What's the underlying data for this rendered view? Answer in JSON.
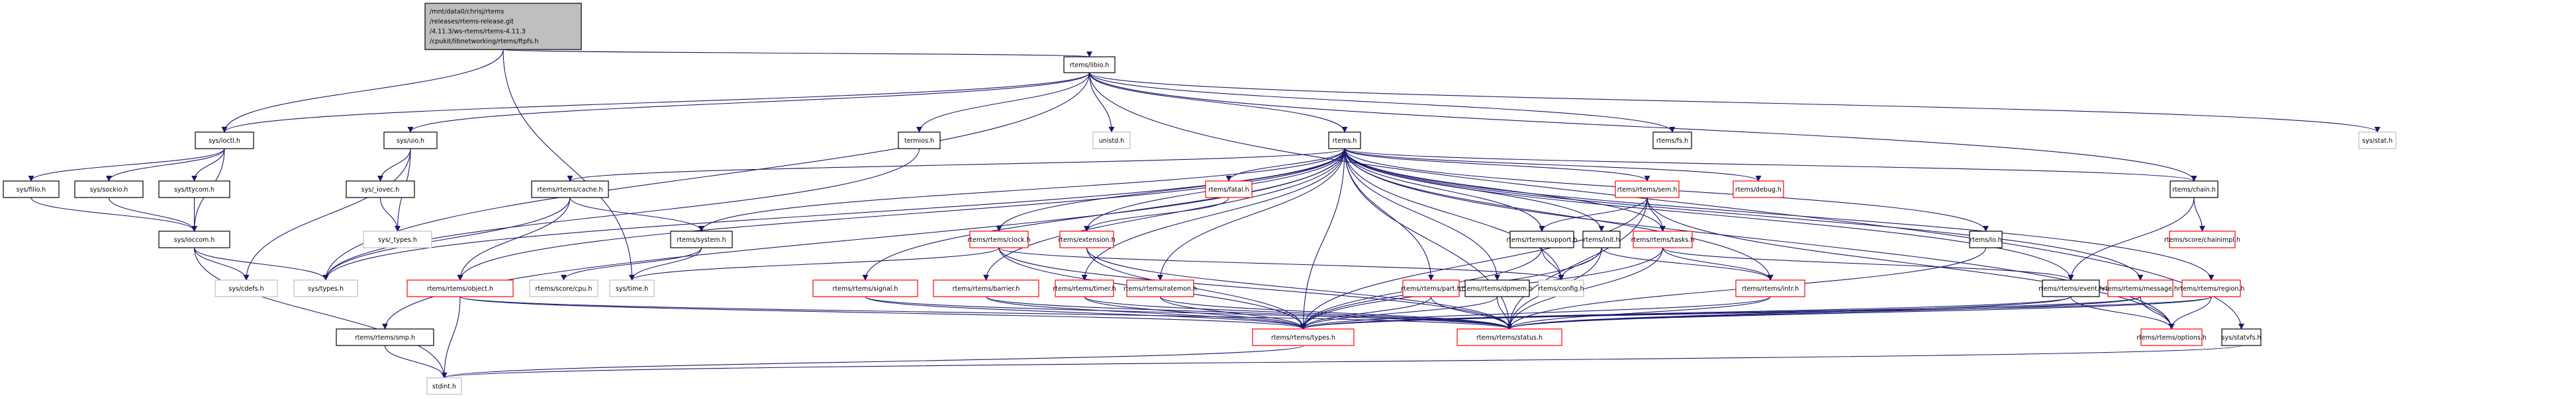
{
  "graph": {
    "type": "include-dependency-graph",
    "root": {
      "id": "root",
      "lines": [
        "/mnt/data0/chrisj/rtems",
        "/releases/rtems-release.git",
        "/4.11.3/ws-rtems/rtems-4.11.3",
        "/cpukit/libnetworking/rtems/ftpfs.h"
      ]
    },
    "colors": {
      "edge": "#191970",
      "root_fill": "#bfbfbf",
      "documented_border": "#000000",
      "undocumented_border": "#bfbfbf",
      "truncated_border": "#ff0000"
    },
    "nodes": [
      {
        "id": "libio",
        "label": "rtems/libio.h",
        "kind": "documented"
      },
      {
        "id": "ioctl",
        "label": "sys/ioctl.h",
        "kind": "documented"
      },
      {
        "id": "uio",
        "label": "sys/uio.h",
        "kind": "documented"
      },
      {
        "id": "termios",
        "label": "termios.h",
        "kind": "documented"
      },
      {
        "id": "unistd",
        "label": "unistd.h",
        "kind": "undocumented"
      },
      {
        "id": "rtemsh",
        "label": "rtems.h",
        "kind": "documented"
      },
      {
        "id": "fs",
        "label": "rtems/fs.h",
        "kind": "documented"
      },
      {
        "id": "stat",
        "label": "sys/stat.h",
        "kind": "undocumented"
      },
      {
        "id": "filio",
        "label": "sys/filio.h",
        "kind": "documented"
      },
      {
        "id": "sockio",
        "label": "sys/sockio.h",
        "kind": "documented"
      },
      {
        "id": "ttycom",
        "label": "sys/ttycom.h",
        "kind": "documented"
      },
      {
        "id": "iovec",
        "label": "sys/_iovec.h",
        "kind": "documented"
      },
      {
        "id": "cache",
        "label": "rtems/rtems/cache.h",
        "kind": "documented"
      },
      {
        "id": "fatal",
        "label": "rtems/fatal.h",
        "kind": "truncated"
      },
      {
        "id": "sem",
        "label": "rtems/rtems/sem.h",
        "kind": "truncated"
      },
      {
        "id": "debug",
        "label": "rtems/debug.h",
        "kind": "truncated"
      },
      {
        "id": "chain",
        "label": "rtems/chain.h",
        "kind": "documented"
      },
      {
        "id": "ioccom",
        "label": "sys/ioccom.h",
        "kind": "documented"
      },
      {
        "id": "_types",
        "label": "sys/_types.h",
        "kind": "undocumented"
      },
      {
        "id": "system",
        "label": "rtems/system.h",
        "kind": "documented"
      },
      {
        "id": "clock",
        "label": "rtems/rtems/clock.h",
        "kind": "truncated"
      },
      {
        "id": "extension",
        "label": "rtems/extension.h",
        "kind": "truncated"
      },
      {
        "id": "support",
        "label": "rtems/rtems/support.h",
        "kind": "documented"
      },
      {
        "id": "init",
        "label": "rtems/init.h",
        "kind": "documented"
      },
      {
        "id": "tasks",
        "label": "rtems/rtems/tasks.h",
        "kind": "truncated"
      },
      {
        "id": "io",
        "label": "rtems/io.h",
        "kind": "documented"
      },
      {
        "id": "chainimpl",
        "label": "rtems/score/chainimpl.h",
        "kind": "truncated"
      },
      {
        "id": "cdefs",
        "label": "sys/cdefs.h",
        "kind": "undocumented"
      },
      {
        "id": "systypes",
        "label": "sys/types.h",
        "kind": "undocumented"
      },
      {
        "id": "object",
        "label": "rtems/rtems/object.h",
        "kind": "truncated"
      },
      {
        "id": "cpu",
        "label": "rtems/score/cpu.h",
        "kind": "undocumented"
      },
      {
        "id": "time",
        "label": "sys/time.h",
        "kind": "undocumented"
      },
      {
        "id": "signal",
        "label": "rtems/rtems/signal.h",
        "kind": "truncated"
      },
      {
        "id": "barrier",
        "label": "rtems/rtems/barrier.h",
        "kind": "truncated"
      },
      {
        "id": "timer",
        "label": "rtems/rtems/timer.h",
        "kind": "truncated"
      },
      {
        "id": "ratemon",
        "label": "rtems/rtems/ratemon.h",
        "kind": "truncated"
      },
      {
        "id": "part",
        "label": "rtems/rtems/part.h",
        "kind": "truncated"
      },
      {
        "id": "dpmem",
        "label": "rtems/rtems/dpmem.h",
        "kind": "documented"
      },
      {
        "id": "config",
        "label": "rtems/config.h",
        "kind": "undocumented"
      },
      {
        "id": "intr",
        "label": "rtems/rtems/intr.h",
        "kind": "truncated"
      },
      {
        "id": "event",
        "label": "rtems/rtems/event.h",
        "kind": "documented"
      },
      {
        "id": "message",
        "label": "rtems/rtems/message.h",
        "kind": "truncated"
      },
      {
        "id": "region",
        "label": "rtems/rtems/region.h",
        "kind": "truncated"
      },
      {
        "id": "smp",
        "label": "rtems/rtems/smp.h",
        "kind": "documented"
      },
      {
        "id": "rtypes",
        "label": "rtems/rtems/types.h",
        "kind": "truncated"
      },
      {
        "id": "status",
        "label": "rtems/rtems/status.h",
        "kind": "truncated"
      },
      {
        "id": "options",
        "label": "rtems/rtems/options.h",
        "kind": "truncated"
      },
      {
        "id": "statvfs",
        "label": "sys/statvfs.h",
        "kind": "documented"
      },
      {
        "id": "stdint",
        "label": "stdint.h",
        "kind": "undocumented"
      }
    ],
    "edges": [
      [
        "root",
        "ioctl"
      ],
      [
        "root",
        "libio"
      ],
      [
        "root",
        "time"
      ],
      [
        "libio",
        "ioctl"
      ],
      [
        "libio",
        "uio"
      ],
      [
        "libio",
        "termios"
      ],
      [
        "libio",
        "unistd"
      ],
      [
        "libio",
        "rtemsh"
      ],
      [
        "libio",
        "fs"
      ],
      [
        "libio",
        "stat"
      ],
      [
        "libio",
        "chain"
      ],
      [
        "libio",
        "statvfs"
      ],
      [
        "libio",
        "systypes"
      ],
      [
        "ioctl",
        "filio"
      ],
      [
        "ioctl",
        "sockio"
      ],
      [
        "ioctl",
        "ttycom"
      ],
      [
        "ioctl",
        "ioccom"
      ],
      [
        "filio",
        "ioccom"
      ],
      [
        "sockio",
        "ioccom"
      ],
      [
        "ttycom",
        "ioccom"
      ],
      [
        "ioccom",
        "cdefs"
      ],
      [
        "ioccom",
        "systypes"
      ],
      [
        "ioccom",
        "stdint"
      ],
      [
        "uio",
        "iovec"
      ],
      [
        "uio",
        "_types"
      ],
      [
        "uio",
        "cdefs"
      ],
      [
        "iovec",
        "_types"
      ],
      [
        "termios",
        "systypes"
      ],
      [
        "rtemsh",
        "cache"
      ],
      [
        "rtemsh",
        "system"
      ],
      [
        "rtemsh",
        "object"
      ],
      [
        "rtemsh",
        "clock"
      ],
      [
        "rtemsh",
        "fatal"
      ],
      [
        "rtemsh",
        "extension"
      ],
      [
        "rtemsh",
        "sem"
      ],
      [
        "rtemsh",
        "debug"
      ],
      [
        "rtemsh",
        "support"
      ],
      [
        "rtemsh",
        "init"
      ],
      [
        "rtemsh",
        "tasks"
      ],
      [
        "rtemsh",
        "io"
      ],
      [
        "rtemsh",
        "signal"
      ],
      [
        "rtemsh",
        "barrier"
      ],
      [
        "rtemsh",
        "timer"
      ],
      [
        "rtemsh",
        "ratemon"
      ],
      [
        "rtemsh",
        "part"
      ],
      [
        "rtemsh",
        "dpmem"
      ],
      [
        "rtemsh",
        "config"
      ],
      [
        "rtemsh",
        "intr"
      ],
      [
        "rtemsh",
        "event"
      ],
      [
        "rtemsh",
        "message"
      ],
      [
        "rtemsh",
        "region"
      ],
      [
        "rtemsh",
        "rtypes"
      ],
      [
        "rtemsh",
        "status"
      ],
      [
        "rtemsh",
        "options"
      ],
      [
        "rtemsh",
        "smp"
      ],
      [
        "rtemsh",
        "systypes"
      ],
      [
        "rtemsh",
        "chain"
      ],
      [
        "cache",
        "system"
      ],
      [
        "cache",
        "object"
      ],
      [
        "cache",
        "systypes"
      ],
      [
        "system",
        "cpu"
      ],
      [
        "system",
        "time"
      ],
      [
        "fatal",
        "extension"
      ],
      [
        "clock",
        "rtypes"
      ],
      [
        "clock",
        "status"
      ],
      [
        "clock",
        "config"
      ],
      [
        "clock",
        "time"
      ],
      [
        "extension",
        "rtypes"
      ],
      [
        "extension",
        "status"
      ],
      [
        "sem",
        "support"
      ],
      [
        "sem",
        "tasks"
      ],
      [
        "sem",
        "rtypes"
      ],
      [
        "sem",
        "status"
      ],
      [
        "sem",
        "options"
      ],
      [
        "support",
        "rtypes"
      ],
      [
        "support",
        "config"
      ],
      [
        "init",
        "config"
      ],
      [
        "init",
        "intr"
      ],
      [
        "init",
        "status"
      ],
      [
        "init",
        "rtypes"
      ],
      [
        "tasks",
        "intr"
      ],
      [
        "tasks",
        "event"
      ],
      [
        "tasks",
        "status"
      ],
      [
        "tasks",
        "rtypes"
      ],
      [
        "io",
        "status"
      ],
      [
        "chain",
        "chainimpl"
      ],
      [
        "chain",
        "event"
      ],
      [
        "object",
        "rtypes"
      ],
      [
        "object",
        "status"
      ],
      [
        "object",
        "stdint"
      ],
      [
        "signal",
        "rtypes"
      ],
      [
        "signal",
        "status"
      ],
      [
        "barrier",
        "rtypes"
      ],
      [
        "barrier",
        "status"
      ],
      [
        "timer",
        "rtypes"
      ],
      [
        "timer",
        "status"
      ],
      [
        "ratemon",
        "rtypes"
      ],
      [
        "ratemon",
        "status"
      ],
      [
        "part",
        "rtypes"
      ],
      [
        "part",
        "status"
      ],
      [
        "dpmem",
        "rtypes"
      ],
      [
        "dpmem",
        "status"
      ],
      [
        "intr",
        "rtypes"
      ],
      [
        "intr",
        "status"
      ],
      [
        "event",
        "rtypes"
      ],
      [
        "event",
        "status"
      ],
      [
        "event",
        "options"
      ],
      [
        "message",
        "rtypes"
      ],
      [
        "message",
        "status"
      ],
      [
        "message",
        "options"
      ],
      [
        "region",
        "rtypes"
      ],
      [
        "region",
        "status"
      ],
      [
        "region",
        "options"
      ],
      [
        "smp",
        "stdint"
      ],
      [
        "rtypes",
        "stdint"
      ],
      [
        "statvfs",
        "stdint"
      ]
    ]
  }
}
